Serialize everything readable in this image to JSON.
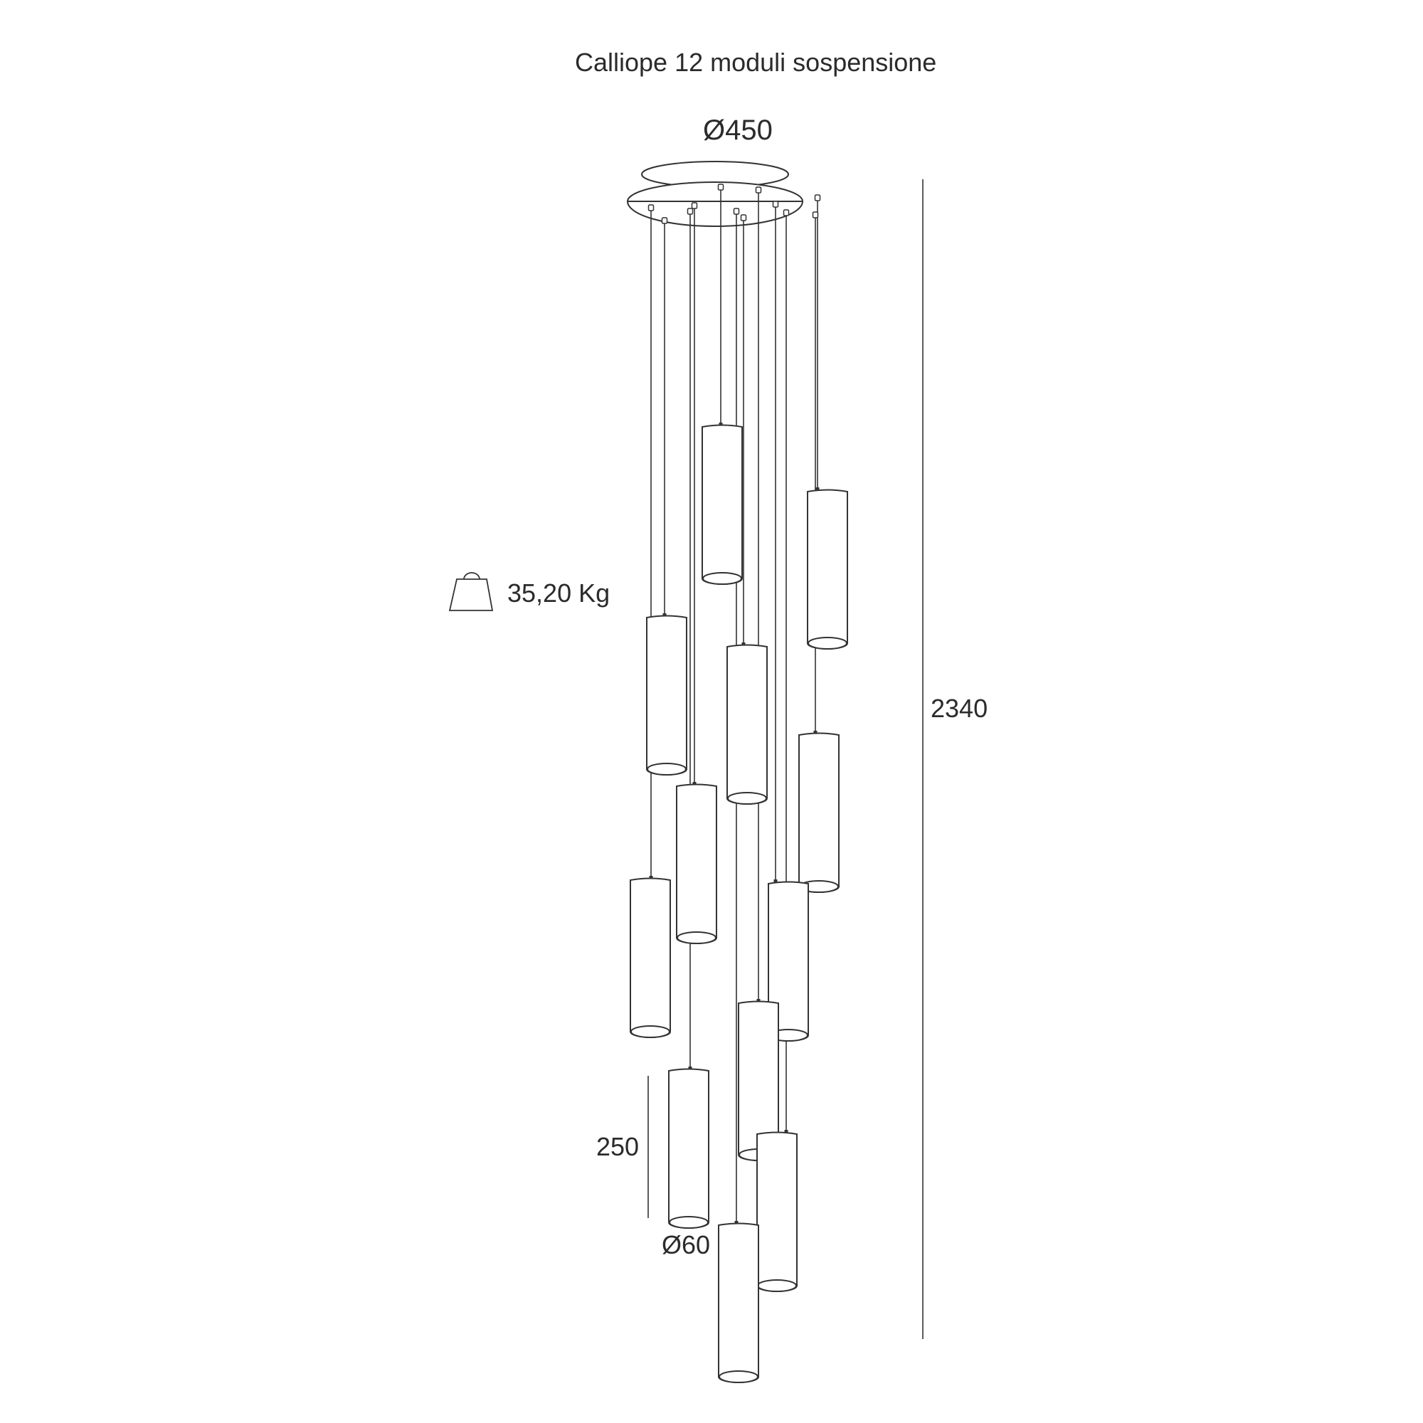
{
  "title": "Calliope 12 moduli sospensione",
  "dimensions": {
    "canopy_diameter": "Ø450",
    "total_height": "2340",
    "module_length": "250",
    "module_diameter": "Ø60"
  },
  "weight": {
    "icon": "weight-icon",
    "label": "35,20 Kg"
  },
  "colors": {
    "line": "#333333",
    "text": "#2b2b2b",
    "background": "#ffffff"
  },
  "module_count": 12
}
